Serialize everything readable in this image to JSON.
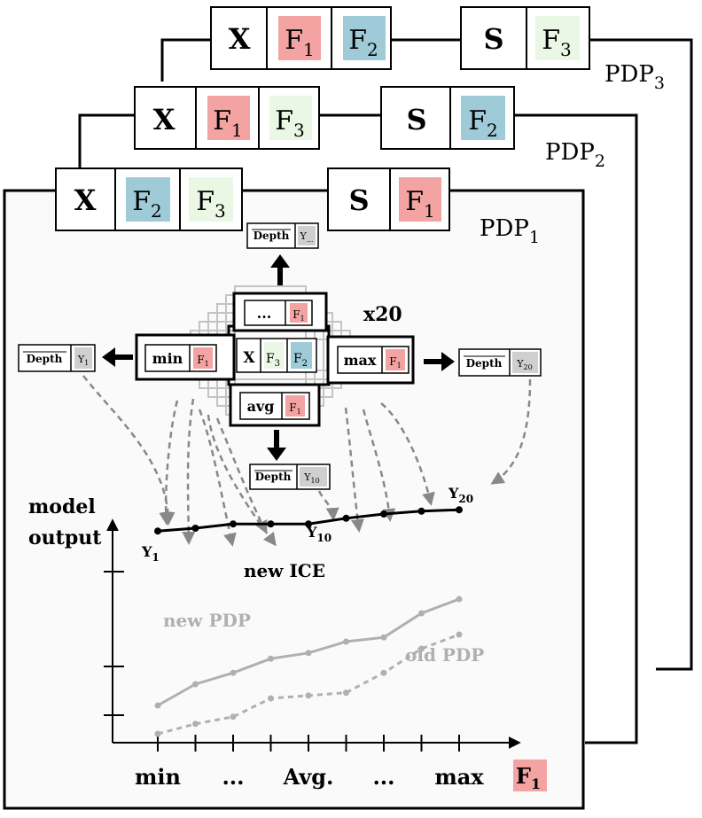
{
  "pdp_labels": [
    "PDP",
    "PDP",
    "PDP"
  ],
  "pdp_subscripts": [
    "1",
    "2",
    "3"
  ],
  "row1": {
    "x": "X",
    "feat_a": "F",
    "feat_a_sub": "2",
    "feat_b": "F",
    "feat_b_sub": "3",
    "s": "S",
    "s_feat": "F",
    "s_feat_sub": "1"
  },
  "row2": {
    "x": "X",
    "feat_a": "F",
    "feat_a_sub": "1",
    "feat_b": "F",
    "feat_b_sub": "3",
    "s": "S",
    "s_feat": "F",
    "s_feat_sub": "2"
  },
  "row3": {
    "x": "X",
    "feat_a": "F",
    "feat_a_sub": "1",
    "feat_b": "F",
    "feat_b_sub": "2",
    "s": "S",
    "s_feat": "F",
    "s_feat_sub": "3"
  },
  "grid": {
    "center_x": "X",
    "center_f3": "F",
    "center_f3_sub": "3",
    "center_f2": "F",
    "center_f2_sub": "2",
    "top": "...",
    "left": "min",
    "right": "max",
    "bottom": "avg",
    "cell_feat": "F",
    "cell_feat_sub": "1",
    "repeat": "x20"
  },
  "outputs": {
    "depth": "Depth",
    "top_y": "Y",
    "top_sub": "...",
    "left_y": "Y",
    "left_sub": "1",
    "right_y": "Y",
    "right_sub": "20",
    "bottom_y": "Y",
    "bottom_sub": "10"
  },
  "plot": {
    "ylabel_1": "model",
    "ylabel_2": "output",
    "x_ticks": [
      "min",
      "...",
      "Avg.",
      "...",
      "max"
    ],
    "x_feature": "F",
    "x_feature_sub": "1",
    "new_ice": "new ICE",
    "new_pdp": "new PDP",
    "old_pdp": "old PDP",
    "y1": "Y",
    "y1_sub": "1",
    "y10": "Y",
    "y10_sub": "10",
    "y20": "Y",
    "y20_sub": "20"
  },
  "colors": {
    "f1": "#f4a3a3",
    "f2": "#9fcad8",
    "f3": "#e9f7e4",
    "gray_cell": "#cfcfcf",
    "arrow_gray": "#888888",
    "line_gray": "#b0b0b0"
  },
  "chart_data": {
    "type": "line",
    "categories": [
      "min",
      "...",
      "Avg.",
      "...",
      "max"
    ],
    "series": [
      {
        "name": "new ICE",
        "values": [
          0.38,
          0.4,
          0.43,
          0.43,
          0.43,
          0.47,
          0.5,
          0.52,
          0.53
        ]
      },
      {
        "name": "new PDP",
        "values": [
          -0.85,
          -0.7,
          -0.62,
          -0.52,
          -0.48,
          -0.4,
          -0.37,
          -0.2,
          -0.1
        ]
      },
      {
        "name": "old PDP",
        "values": [
          -1.05,
          -0.98,
          -0.93,
          -0.8,
          -0.78,
          -0.76,
          -0.62,
          -0.45,
          -0.35
        ]
      }
    ]
  }
}
